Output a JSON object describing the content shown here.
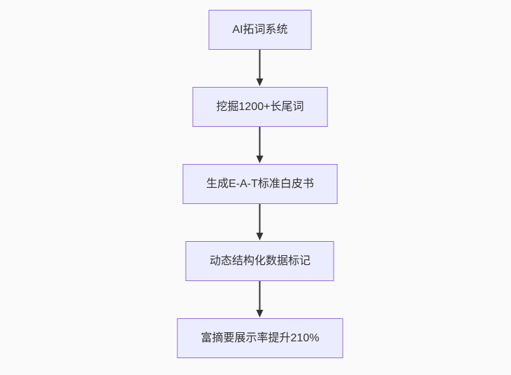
{
  "page": {
    "background_color": "#fafafa"
  },
  "flowchart": {
    "type": "flowchart-top-down",
    "node_fill_color": "#ececff",
    "node_border_color": "#9370db",
    "node_text_color": "#333333",
    "arrow_color": "#333333",
    "nodes": [
      {
        "id": "A",
        "label": "AI拓词系统"
      },
      {
        "id": "B",
        "label": "挖掘1200+长尾词"
      },
      {
        "id": "C",
        "label": "生成E-A-T标准白皮书"
      },
      {
        "id": "D",
        "label": "动态结构化数据标记"
      },
      {
        "id": "E",
        "label": "富摘要展示率提升210%"
      }
    ],
    "edges": [
      {
        "from": "A",
        "to": "B"
      },
      {
        "from": "B",
        "to": "C"
      },
      {
        "from": "C",
        "to": "D"
      },
      {
        "from": "D",
        "to": "E"
      }
    ]
  }
}
